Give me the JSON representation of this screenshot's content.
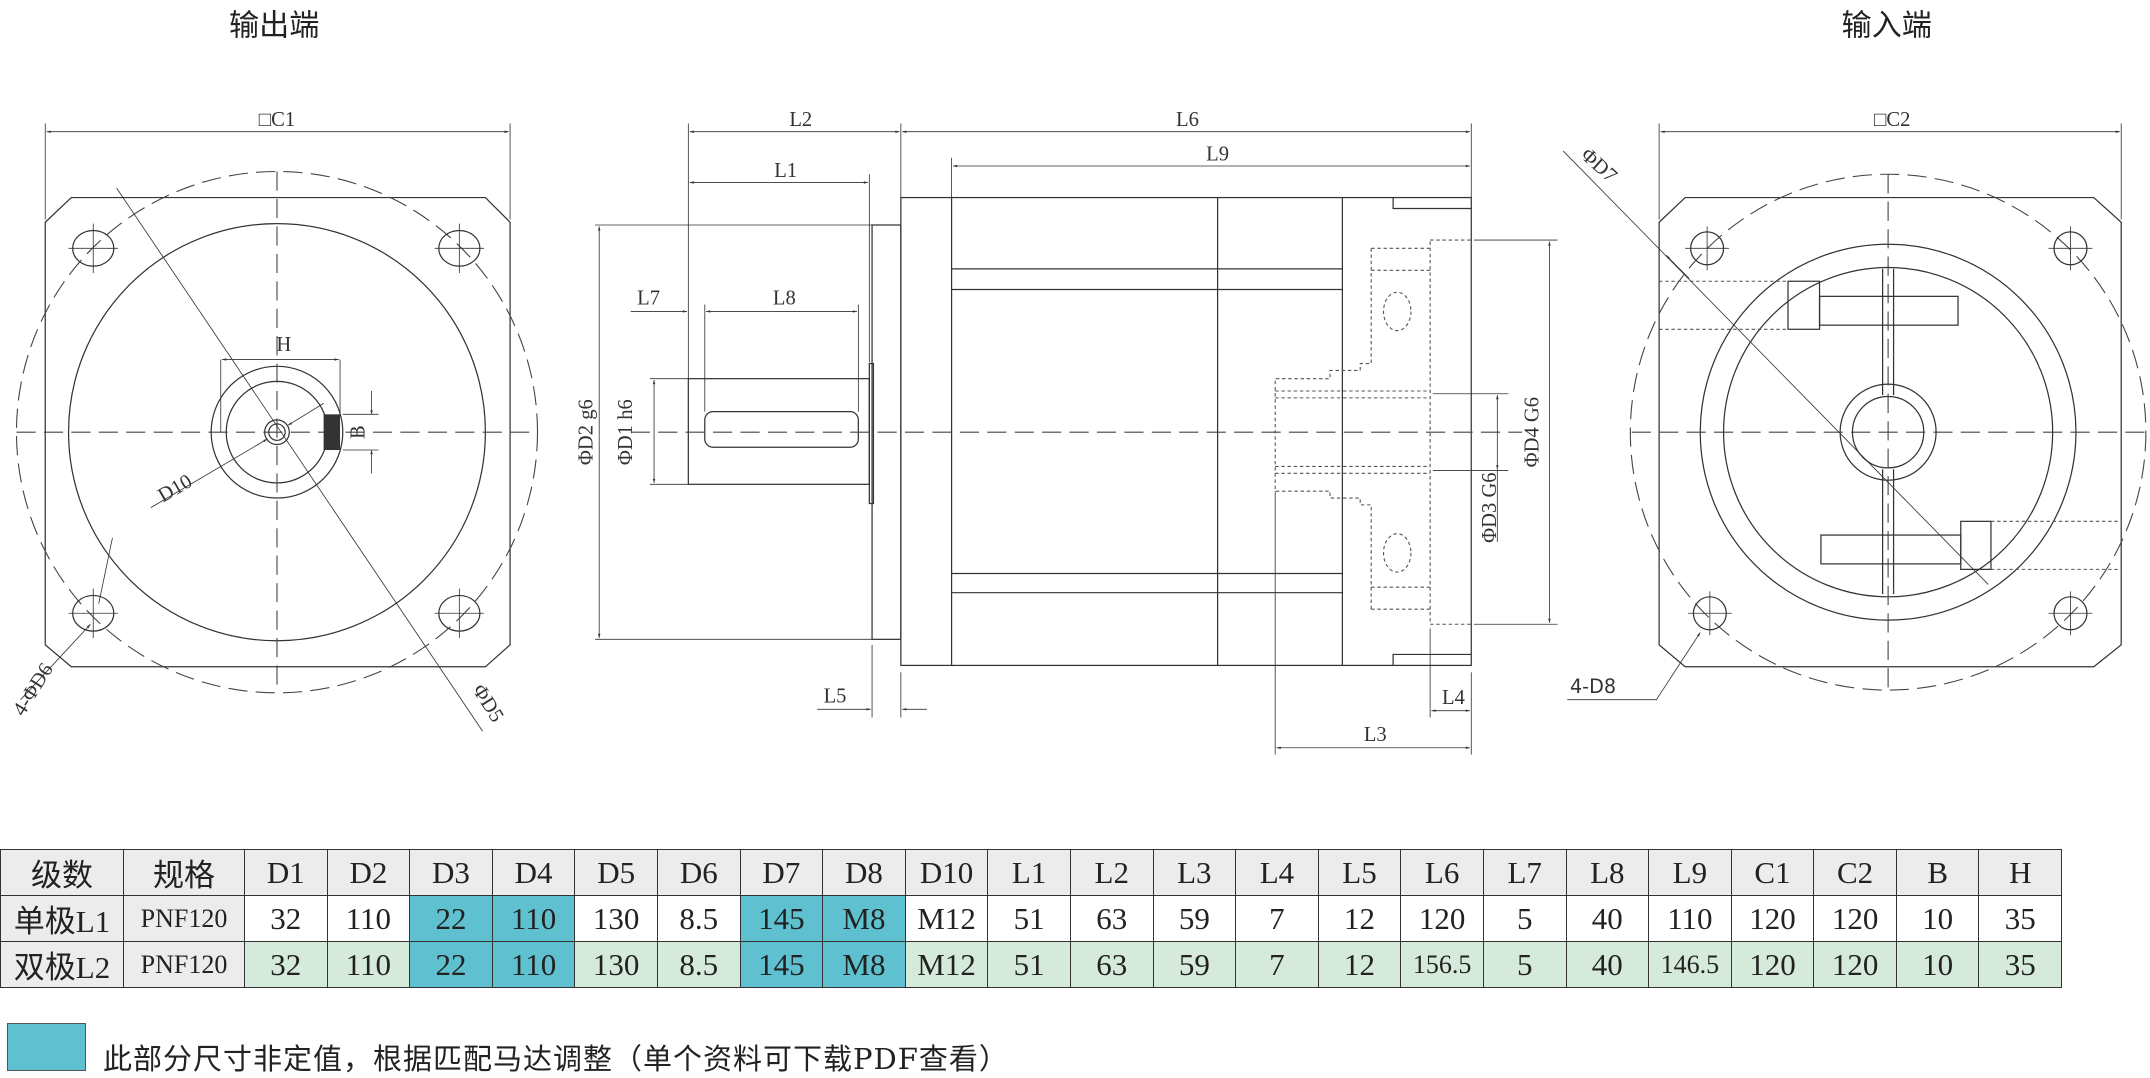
{
  "titles": {
    "output_end": "输出端",
    "input_end": "输入端"
  },
  "dims": {
    "C1": "□C1",
    "C2": "□C2",
    "H": "H",
    "B": "B",
    "D10": "D10",
    "D6": "4-ΦD6",
    "D5": "ΦD5",
    "D7": "ΦD7",
    "D8": "4-D8",
    "L1": "L1",
    "L2": "L2",
    "L3": "L3",
    "L4": "L4",
    "L5": "L5",
    "L6": "L6",
    "L7": "L7",
    "L8": "L8",
    "L9": "L9",
    "D2": "ΦD2  g6",
    "D1": "ΦD1  h6",
    "D4": "ΦD4  G6",
    "D3": "ΦD3  G6"
  },
  "colors": {
    "header": "#ececec",
    "custom": "#5fc1d0",
    "double": "#d5eadb",
    "single": "#ffffff"
  },
  "table": {
    "headers": [
      "级数",
      "规格",
      "D1",
      "D2",
      "D3",
      "D4",
      "D5",
      "D6",
      "D7",
      "D8",
      "D10",
      "L1",
      "L2",
      "L3",
      "L4",
      "L5",
      "L6",
      "L7",
      "L8",
      "L9",
      "C1",
      "C2",
      "B",
      "H"
    ],
    "highlight_columns": [
      "D3",
      "D4",
      "D7",
      "D8"
    ],
    "rows": [
      {
        "stage": "单极L1",
        "values": [
          "PNF120",
          "32",
          "110",
          "22",
          "110",
          "130",
          "8.5",
          "145",
          "M8",
          "M12",
          "51",
          "63",
          "59",
          "7",
          "12",
          "120",
          "5",
          "40",
          "110",
          "120",
          "120",
          "10",
          "35"
        ]
      },
      {
        "stage": "双极L2",
        "values": [
          "PNF120",
          "32",
          "110",
          "22",
          "110",
          "130",
          "8.5",
          "145",
          "M8",
          "M12",
          "51",
          "63",
          "59",
          "7",
          "12",
          "156.5",
          "5",
          "40",
          "146.5",
          "120",
          "120",
          "10",
          "35"
        ]
      }
    ]
  },
  "legend": {
    "text": "此部分尺寸非定值，根据匹配马达调整（单个资料可下载PDF查看）"
  }
}
